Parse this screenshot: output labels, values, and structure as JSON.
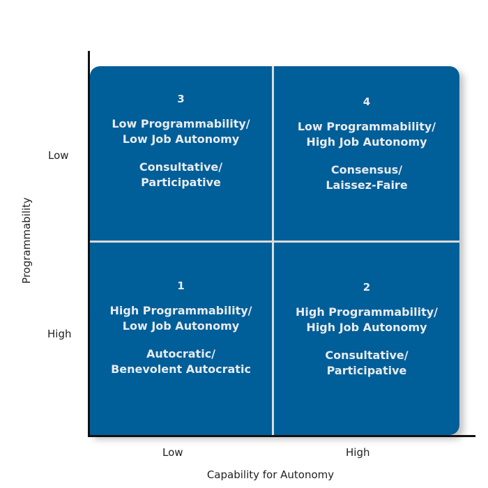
{
  "chart_data": {
    "type": "table",
    "title": "",
    "xlabel": "Capability for Autonomy",
    "ylabel": "Programmability",
    "x_ticks": [
      "Low",
      "High"
    ],
    "y_ticks": [
      "Low",
      "High"
    ],
    "quadrants": [
      {
        "position": "top-left",
        "number": "3",
        "line1": "Low Programmability/",
        "line2": "Low Job Autonomy",
        "style1": "Consultative/",
        "style2": "Participative"
      },
      {
        "position": "top-right",
        "number": "4",
        "line1": "Low Programmability/",
        "line2": "High Job Autonomy",
        "style1": "Consensus/",
        "style2": "Laissez-Faire"
      },
      {
        "position": "bottom-left",
        "number": "1",
        "line1": "High Programmability/",
        "line2": "Low Job Autonomy",
        "style1": "Autocratic/",
        "style2": "Benevolent Autocratic"
      },
      {
        "position": "bottom-right",
        "number": "2",
        "line1": "High Programmability/",
        "line2": "High Job Autonomy",
        "style1": "Consultative/",
        "style2": "Participative"
      }
    ],
    "colors": {
      "quadrant_fill": "#005e99",
      "quadrant_text": "#e8ecef",
      "divider": "#dcdcdc"
    }
  }
}
